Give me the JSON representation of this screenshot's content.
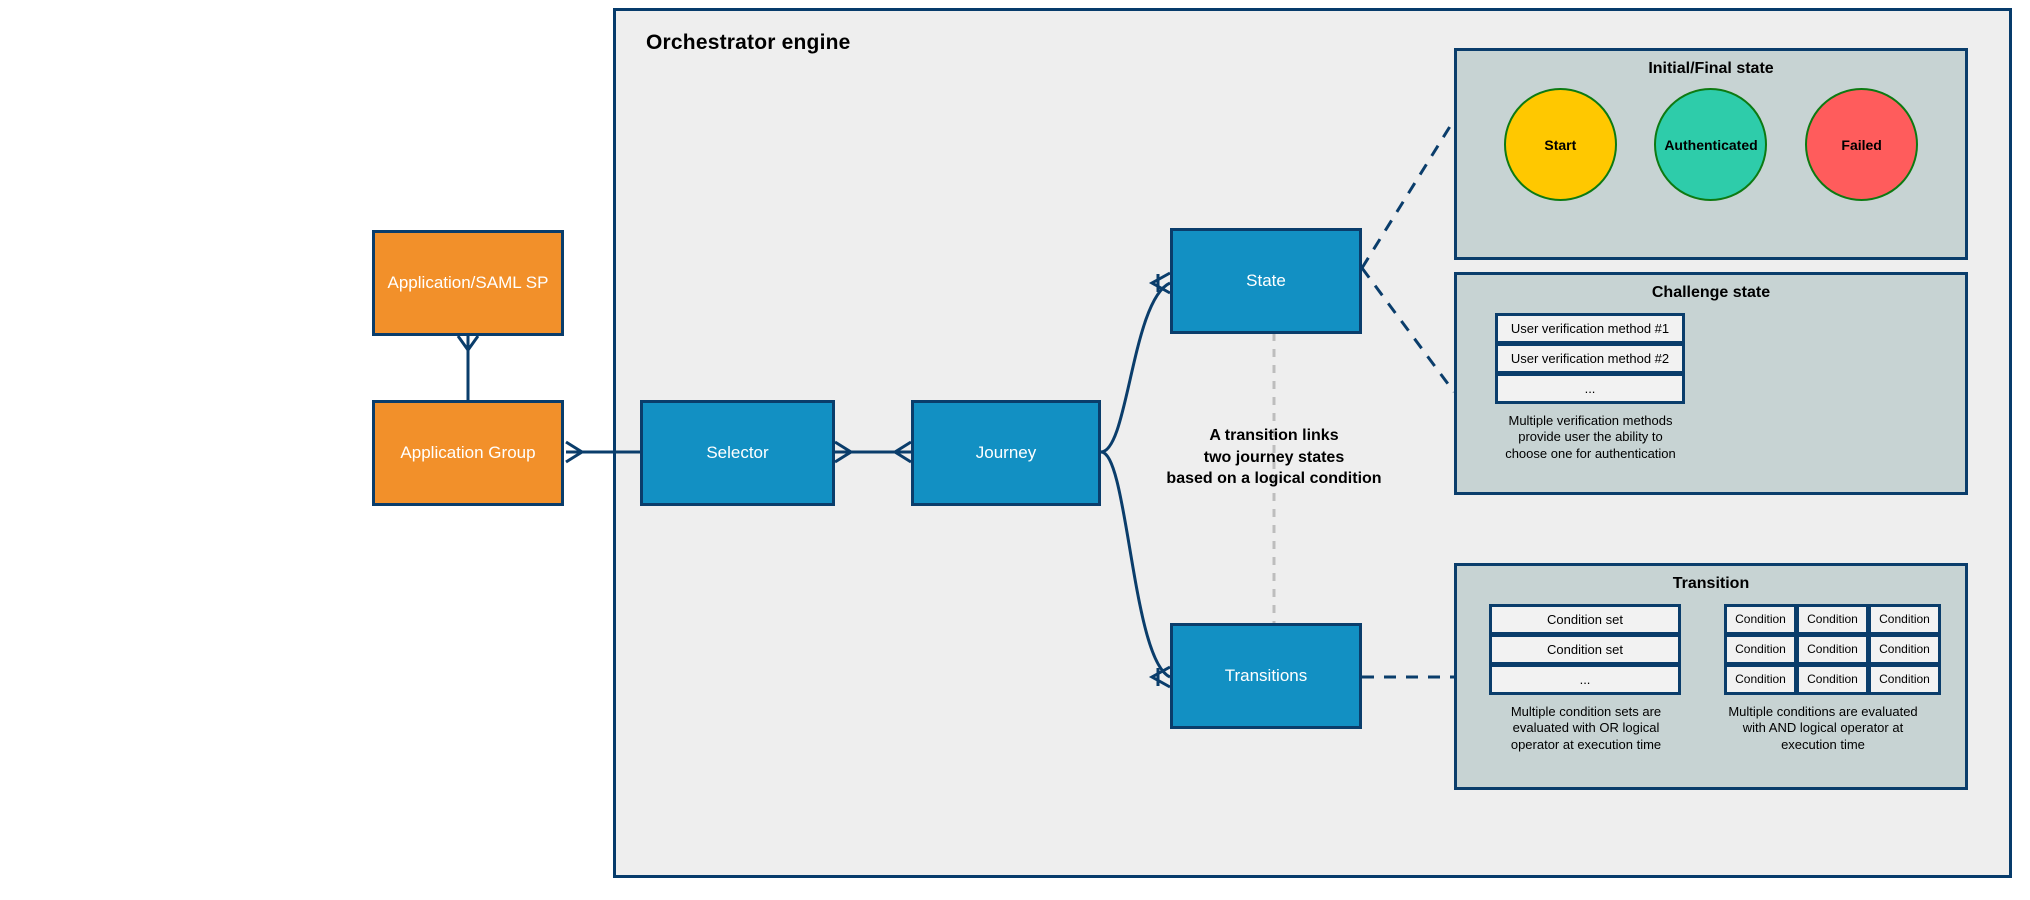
{
  "container": {
    "title": "Orchestrator engine"
  },
  "entities": {
    "app_saml_sp": "Application/SAML SP",
    "app_group": "Application Group",
    "selector": "Selector",
    "journey": "Journey",
    "state": "State",
    "transitions": "Transitions"
  },
  "center_note": {
    "line1": "A transition links",
    "line2": "two journey states",
    "line3": "based on a logical condition"
  },
  "initial_final_panel": {
    "title": "Initial/Final state",
    "circles": [
      {
        "label": "Start",
        "color": "#FFC800"
      },
      {
        "label": "Authenticated",
        "color": "#2ECCAA"
      },
      {
        "label": "Failed",
        "color": "#FF5C5C"
      }
    ]
  },
  "challenge_panel": {
    "title": "Challenge state",
    "items": [
      "User verification method #1",
      "User verification method #2",
      "..."
    ],
    "note_line1": "Multiple verification methods",
    "note_line2": "provide user the ability to",
    "note_line3": "choose one for authentication"
  },
  "transition_panel": {
    "title": "Transition",
    "condition_sets": [
      "Condition set",
      "Condition set",
      "..."
    ],
    "conditions_grid": [
      [
        "Condition",
        "Condition",
        "Condition"
      ],
      [
        "Condition",
        "Condition",
        "Condition"
      ],
      [
        "Condition",
        "Condition",
        "Condition"
      ]
    ],
    "left_note_line1": "Multiple condition sets are",
    "left_note_line2": "evaluated with OR logical",
    "left_note_line3": "operator at execution time",
    "right_note_line1": "Multiple conditions are evaluated",
    "right_note_line2": "with AND logical operator at",
    "right_note_line3": "execution time"
  },
  "colors": {
    "panel_border": "#0A3D6B",
    "panel_fill": "#C7D3D3",
    "orchestrator_fill": "#EEEEEE",
    "orange_entity": "#F2902A",
    "blue_entity": "#1290C3",
    "connector": "#0A3D6B",
    "dashed_gray": "#BDBDBD"
  }
}
